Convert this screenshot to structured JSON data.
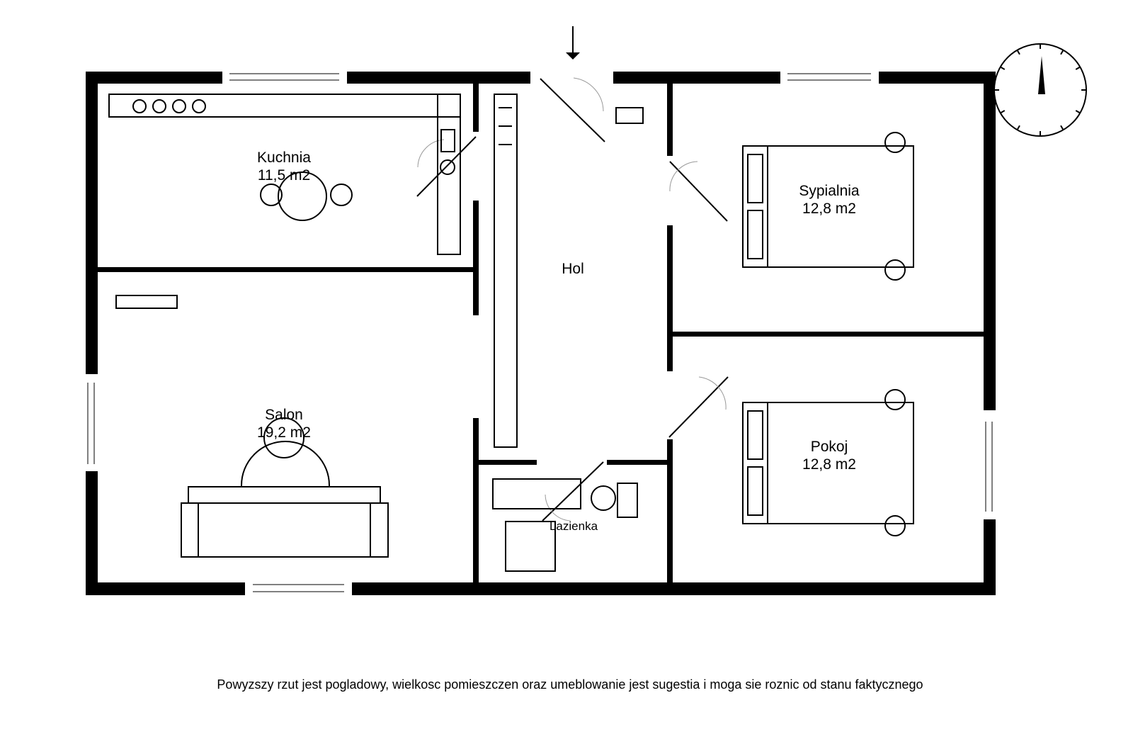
{
  "rooms": {
    "kuchnia": {
      "name": "Kuchnia",
      "area": "11,5 m2"
    },
    "salon": {
      "name": "Salon",
      "area": "19,2 m2"
    },
    "hol": {
      "name": "Hol"
    },
    "lazienka": {
      "name": "Lazienka"
    },
    "sypialnia": {
      "name": "Sypialnia",
      "area": "12,8 m2"
    },
    "pokoj": {
      "name": "Pokoj",
      "area": "12,8 m2"
    }
  },
  "disclaimer": "Powyzszy rzut jest pogladowy, wielkosc pomieszczen oraz umeblowanie jest sugestia i moga sie roznic od stanu faktycznego",
  "icons": {
    "compass": "compass-icon",
    "entrance": "entrance-arrow-icon"
  },
  "colors": {
    "line": "#000000",
    "background": "#ffffff",
    "door_arc": "#999999"
  }
}
